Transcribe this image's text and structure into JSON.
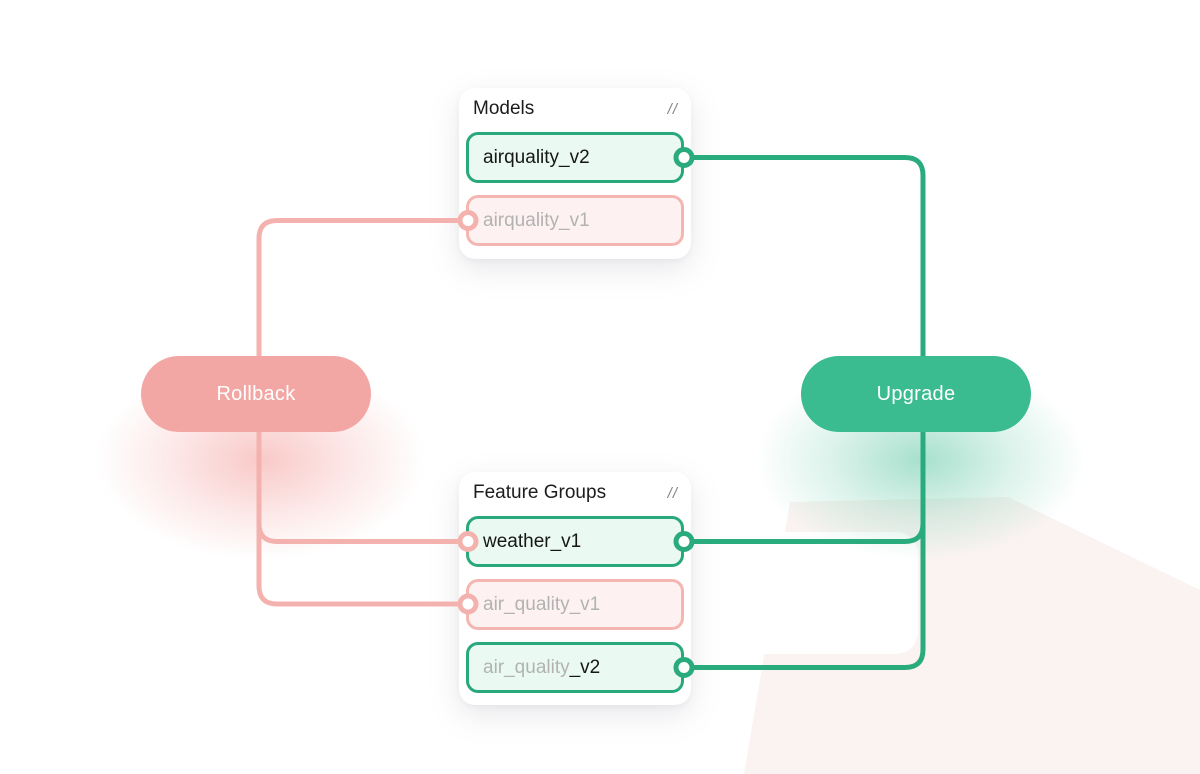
{
  "buttons": {
    "rollback_label": "Rollback",
    "upgrade_label": "Upgrade"
  },
  "cards": {
    "models": {
      "title": "Models",
      "handle_icon": "//",
      "items": [
        {
          "label": "airquality_v2",
          "state": "active"
        },
        {
          "label": "airquality_v1",
          "state": "inactive"
        }
      ]
    },
    "feature_groups": {
      "title": "Feature Groups",
      "handle_icon": "//",
      "items": [
        {
          "label": "weather_v1",
          "state": "active"
        },
        {
          "label": "air_quality_v1",
          "state": "inactive"
        },
        {
          "label": "air_quality_v2",
          "state": "active",
          "label_gray": "air_quality",
          "label_dark": "_v2"
        }
      ]
    }
  },
  "colors": {
    "green_line": "#2aab7d",
    "green_button": "#3abb90",
    "green_node_bg": "#eafaf3",
    "pink_line": "#f4b2ae",
    "pink_button": "#f2a7a4",
    "pink_node_bg": "#fdf2f1",
    "inactive_text": "#b2b2b2",
    "active_text": "#161616",
    "background_shape": "#faf3f2"
  }
}
